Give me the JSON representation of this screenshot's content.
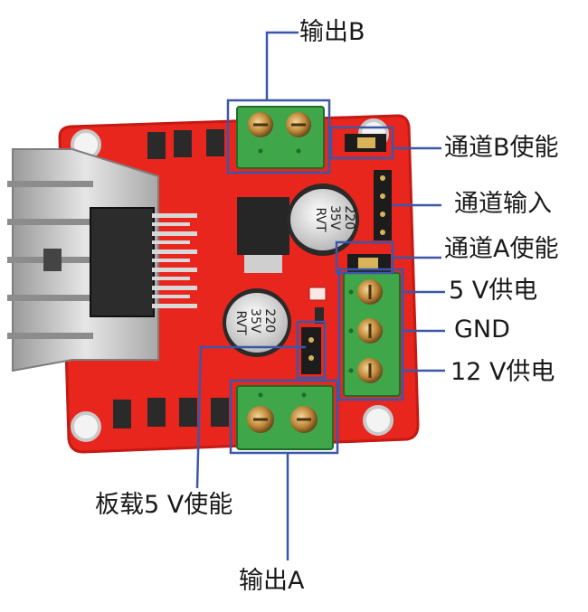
{
  "labels": {
    "output_b": "输出B",
    "channel_b_enable": "通道B使能",
    "channel_input": "通道输入",
    "channel_a_enable": "通道A使能",
    "power_5v": "5 V供电",
    "gnd": "GND",
    "power_12v": "12 V供电",
    "onboard_5v_enable": "板载5 V使能",
    "output_a": "输出A"
  },
  "component_markings": {
    "capacitor_top": [
      "220",
      "35V",
      "RVT"
    ],
    "capacitor_bottom": [
      "220",
      "35V",
      "RVT"
    ]
  },
  "colors": {
    "board": "#e8261e",
    "board_dark": "#b81510",
    "terminal": "#3fa64a",
    "callout": "#3c56a8",
    "heatsink": "#c9c9c9"
  }
}
